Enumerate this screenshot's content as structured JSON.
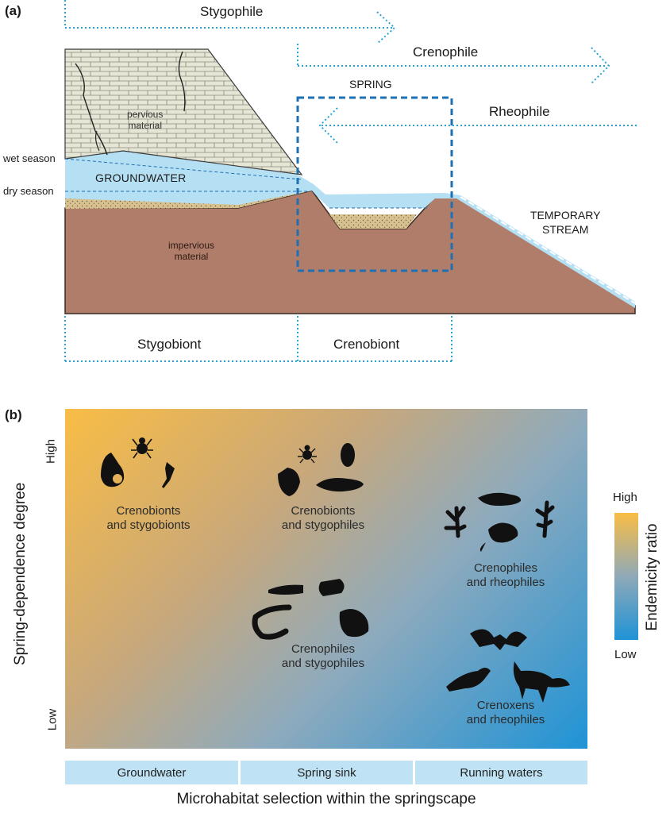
{
  "panel_a": {
    "label": "(a)",
    "arrows": {
      "stygophile": "Stygophile",
      "crenophile": "Crenophile",
      "rheophile": "Rheophile"
    },
    "labels": {
      "spring": "SPRING",
      "pervious": [
        "pervious",
        "material"
      ],
      "impervious": [
        "impervious",
        "material"
      ],
      "wet_season": "wet season",
      "dry_season": "dry season",
      "groundwater": "GROUNDWATER",
      "temporary_stream": [
        "TEMPORARY",
        "STREAM"
      ]
    },
    "bottom": {
      "stygobiont": "Stygobiont",
      "crenobiont": "Crenobiont"
    }
  },
  "panel_b": {
    "label": "(b)",
    "y_axis_title": "Spring-dependence degree",
    "y_high": "High",
    "y_low": "Low",
    "x_axis_title": "Microhabitat selection within the springscape",
    "microhabitats": [
      "Groundwater",
      "Spring sink",
      "Running waters"
    ],
    "groups": [
      {
        "line1": "Crenobionts",
        "line2": "and stygobionts"
      },
      {
        "line1": "Crenobionts",
        "line2": "and stygophiles"
      },
      {
        "line1": "Crenophiles",
        "line2": "and rheophiles"
      },
      {
        "line1": "Crenophiles",
        "line2": "and stygophiles"
      },
      {
        "line1": "Crenoxens",
        "line2": "and rheophiles"
      }
    ],
    "legend": {
      "title": "Endemicity ratio",
      "high": "High",
      "low": "Low",
      "colors": {
        "high": "#f9bd45",
        "low": "#1f93d6"
      }
    }
  },
  "colors": {
    "dotted_line": "#29a3d3",
    "spring_box": "#1f6fb3",
    "groundwater": "#b5dff3",
    "impervious": "#b07d6a",
    "pervious": "#e6e6d6",
    "sand": "#d8c190"
  }
}
